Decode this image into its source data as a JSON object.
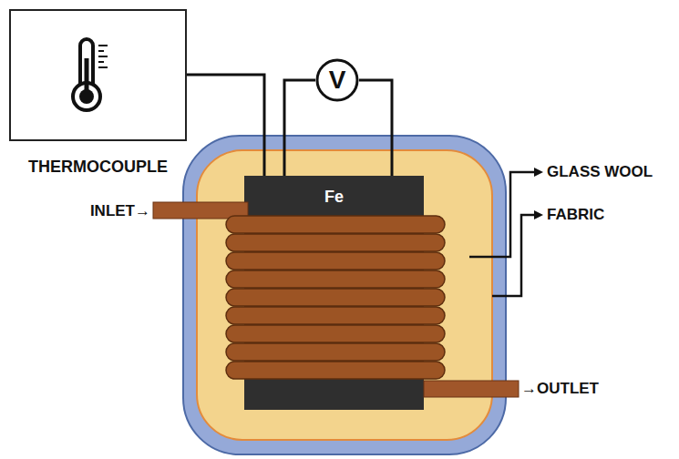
{
  "diagram": {
    "nodes": [
      {
        "text": [
          "THERMOCOUPLE"
        ]
      },
      {
        "text": [
          "V"
        ]
      },
      {
        "text": [
          "Fe"
        ]
      }
    ],
    "edges": [
      {
        "from": 0,
        "to": 2,
        "arrow": "none"
      },
      {
        "from": 1,
        "to": 2,
        "arrow": "none"
      },
      {
        "from": 1,
        "to": 2,
        "arrow": "none"
      }
    ],
    "labels": [
      "INLET→",
      "GLASS WOOL",
      "FABRIC",
      "→OUTLET"
    ]
  }
}
